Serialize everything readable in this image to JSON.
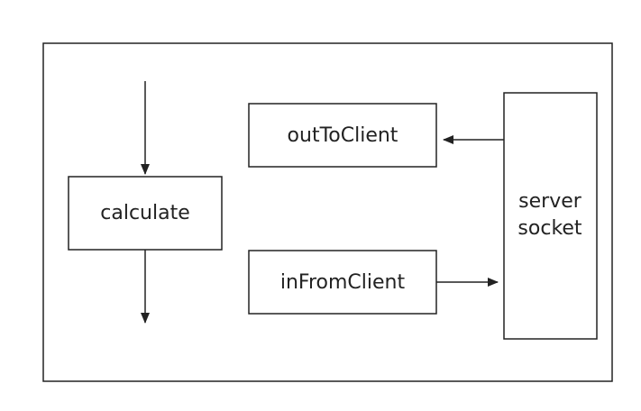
{
  "nodes": {
    "calculate": "calculate",
    "out_to_client": "outToClient",
    "in_from_client": "inFromClient",
    "server_socket_line1": "server",
    "server_socket_line2": "socket"
  }
}
